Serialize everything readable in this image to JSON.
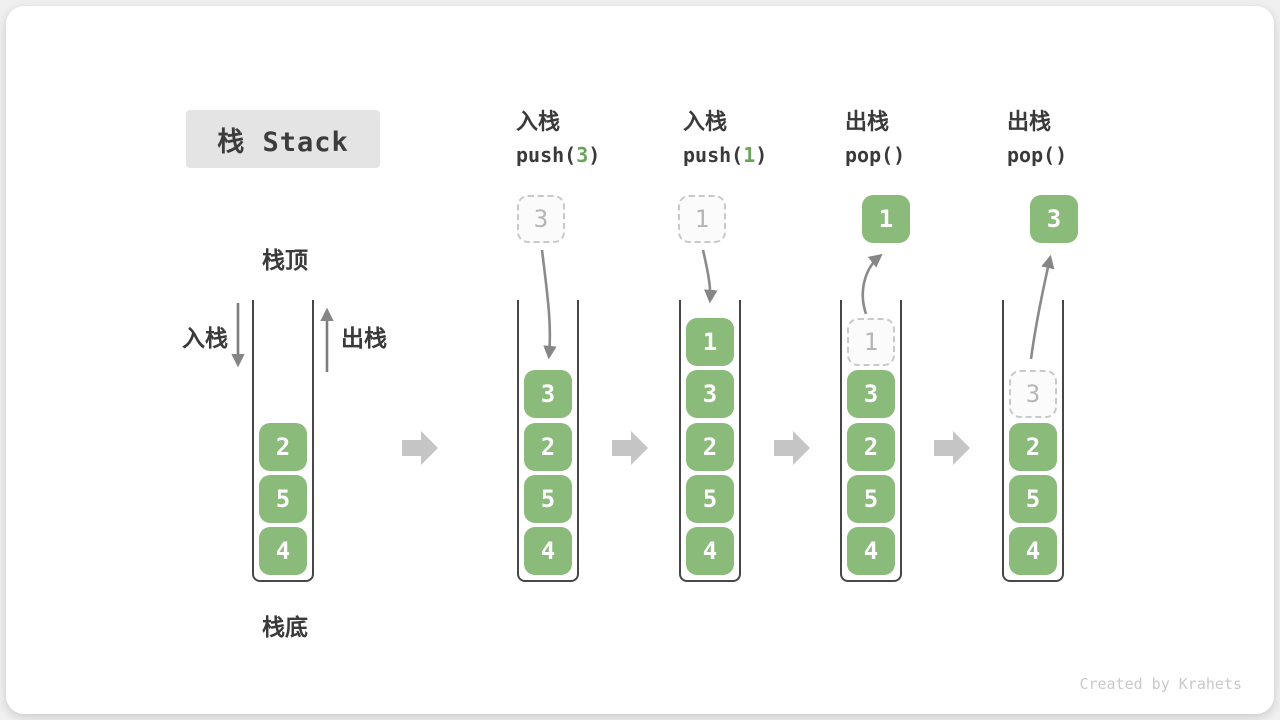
{
  "title": {
    "text": "栈 Stack"
  },
  "side_labels": {
    "stack_top": "栈顶",
    "stack_bottom": "栈底",
    "push": "入栈",
    "pop": "出栈"
  },
  "colors": {
    "cell_green": "#8bbb7b",
    "arg_green": "#6aa45a",
    "thin_arrow_gray": "#8a8a8a",
    "big_arrow_gray": "#c5c5c5",
    "badge_gray": "#e4e4e4"
  },
  "steps": [
    {
      "name": "initial",
      "cells": [
        {
          "v": "2"
        },
        {
          "v": "5"
        },
        {
          "v": "4"
        }
      ]
    },
    {
      "name": "push-3",
      "op": {
        "line1": "入栈",
        "pre": "push(",
        "arg": "3",
        "post": ")"
      },
      "float": "3",
      "cells": [
        {
          "v": "3"
        },
        {
          "v": "2"
        },
        {
          "v": "5"
        },
        {
          "v": "4"
        }
      ]
    },
    {
      "name": "push-1",
      "op": {
        "line1": "入栈",
        "pre": "push(",
        "arg": "1",
        "post": ")"
      },
      "float": "1",
      "cells": [
        {
          "v": "1"
        },
        {
          "v": "3"
        },
        {
          "v": "2"
        },
        {
          "v": "5"
        },
        {
          "v": "4"
        }
      ]
    },
    {
      "name": "pop-1",
      "op": {
        "line1": "出栈",
        "pre": "pop()",
        "arg": "",
        "post": ""
      },
      "float": "1",
      "cells": [
        {
          "v": "1",
          "ghost": true
        },
        {
          "v": "3"
        },
        {
          "v": "2"
        },
        {
          "v": "5"
        },
        {
          "v": "4"
        }
      ]
    },
    {
      "name": "pop-3",
      "op": {
        "line1": "出栈",
        "pre": "pop()",
        "arg": "",
        "post": ""
      },
      "float": "3",
      "cells": [
        {
          "v": "3",
          "ghost": true
        },
        {
          "v": "2"
        },
        {
          "v": "5"
        },
        {
          "v": "4"
        }
      ]
    }
  ],
  "watermark": "Created by Krahets"
}
